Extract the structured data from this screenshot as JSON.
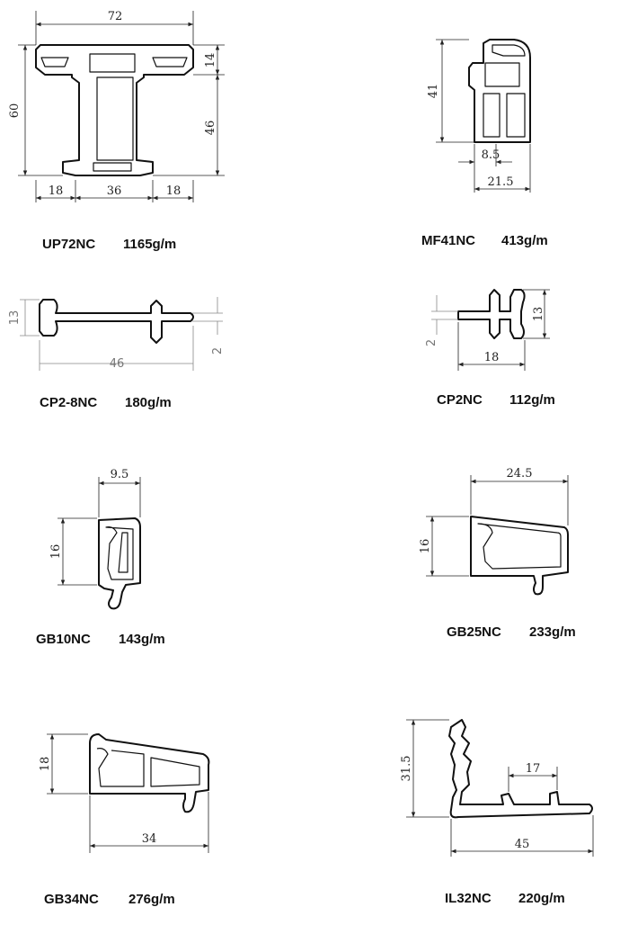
{
  "profiles": [
    {
      "code": "UP72NC",
      "weight": "1165g/m",
      "dims": [
        "72",
        "14",
        "60",
        "46",
        "18",
        "36",
        "18"
      ]
    },
    {
      "code": "MF41NC",
      "weight": "413g/m",
      "dims": [
        "41",
        "8.5",
        "21.5"
      ]
    },
    {
      "code": "CP2-8NC",
      "weight": "180g/m",
      "dims": [
        "13",
        "46",
        "2"
      ]
    },
    {
      "code": "CP2NC",
      "weight": "112g/m",
      "dims": [
        "13",
        "2",
        "18"
      ]
    },
    {
      "code": "GB10NC",
      "weight": "143g/m",
      "dims": [
        "9.5",
        "16"
      ]
    },
    {
      "code": "GB25NC",
      "weight": "233g/m",
      "dims": [
        "24.5",
        "16"
      ]
    },
    {
      "code": "GB34NC",
      "weight": "276g/m",
      "dims": [
        "18",
        "34"
      ]
    },
    {
      "code": "IL32NC",
      "weight": "220g/m",
      "dims": [
        "31.5",
        "17",
        "45"
      ]
    }
  ]
}
